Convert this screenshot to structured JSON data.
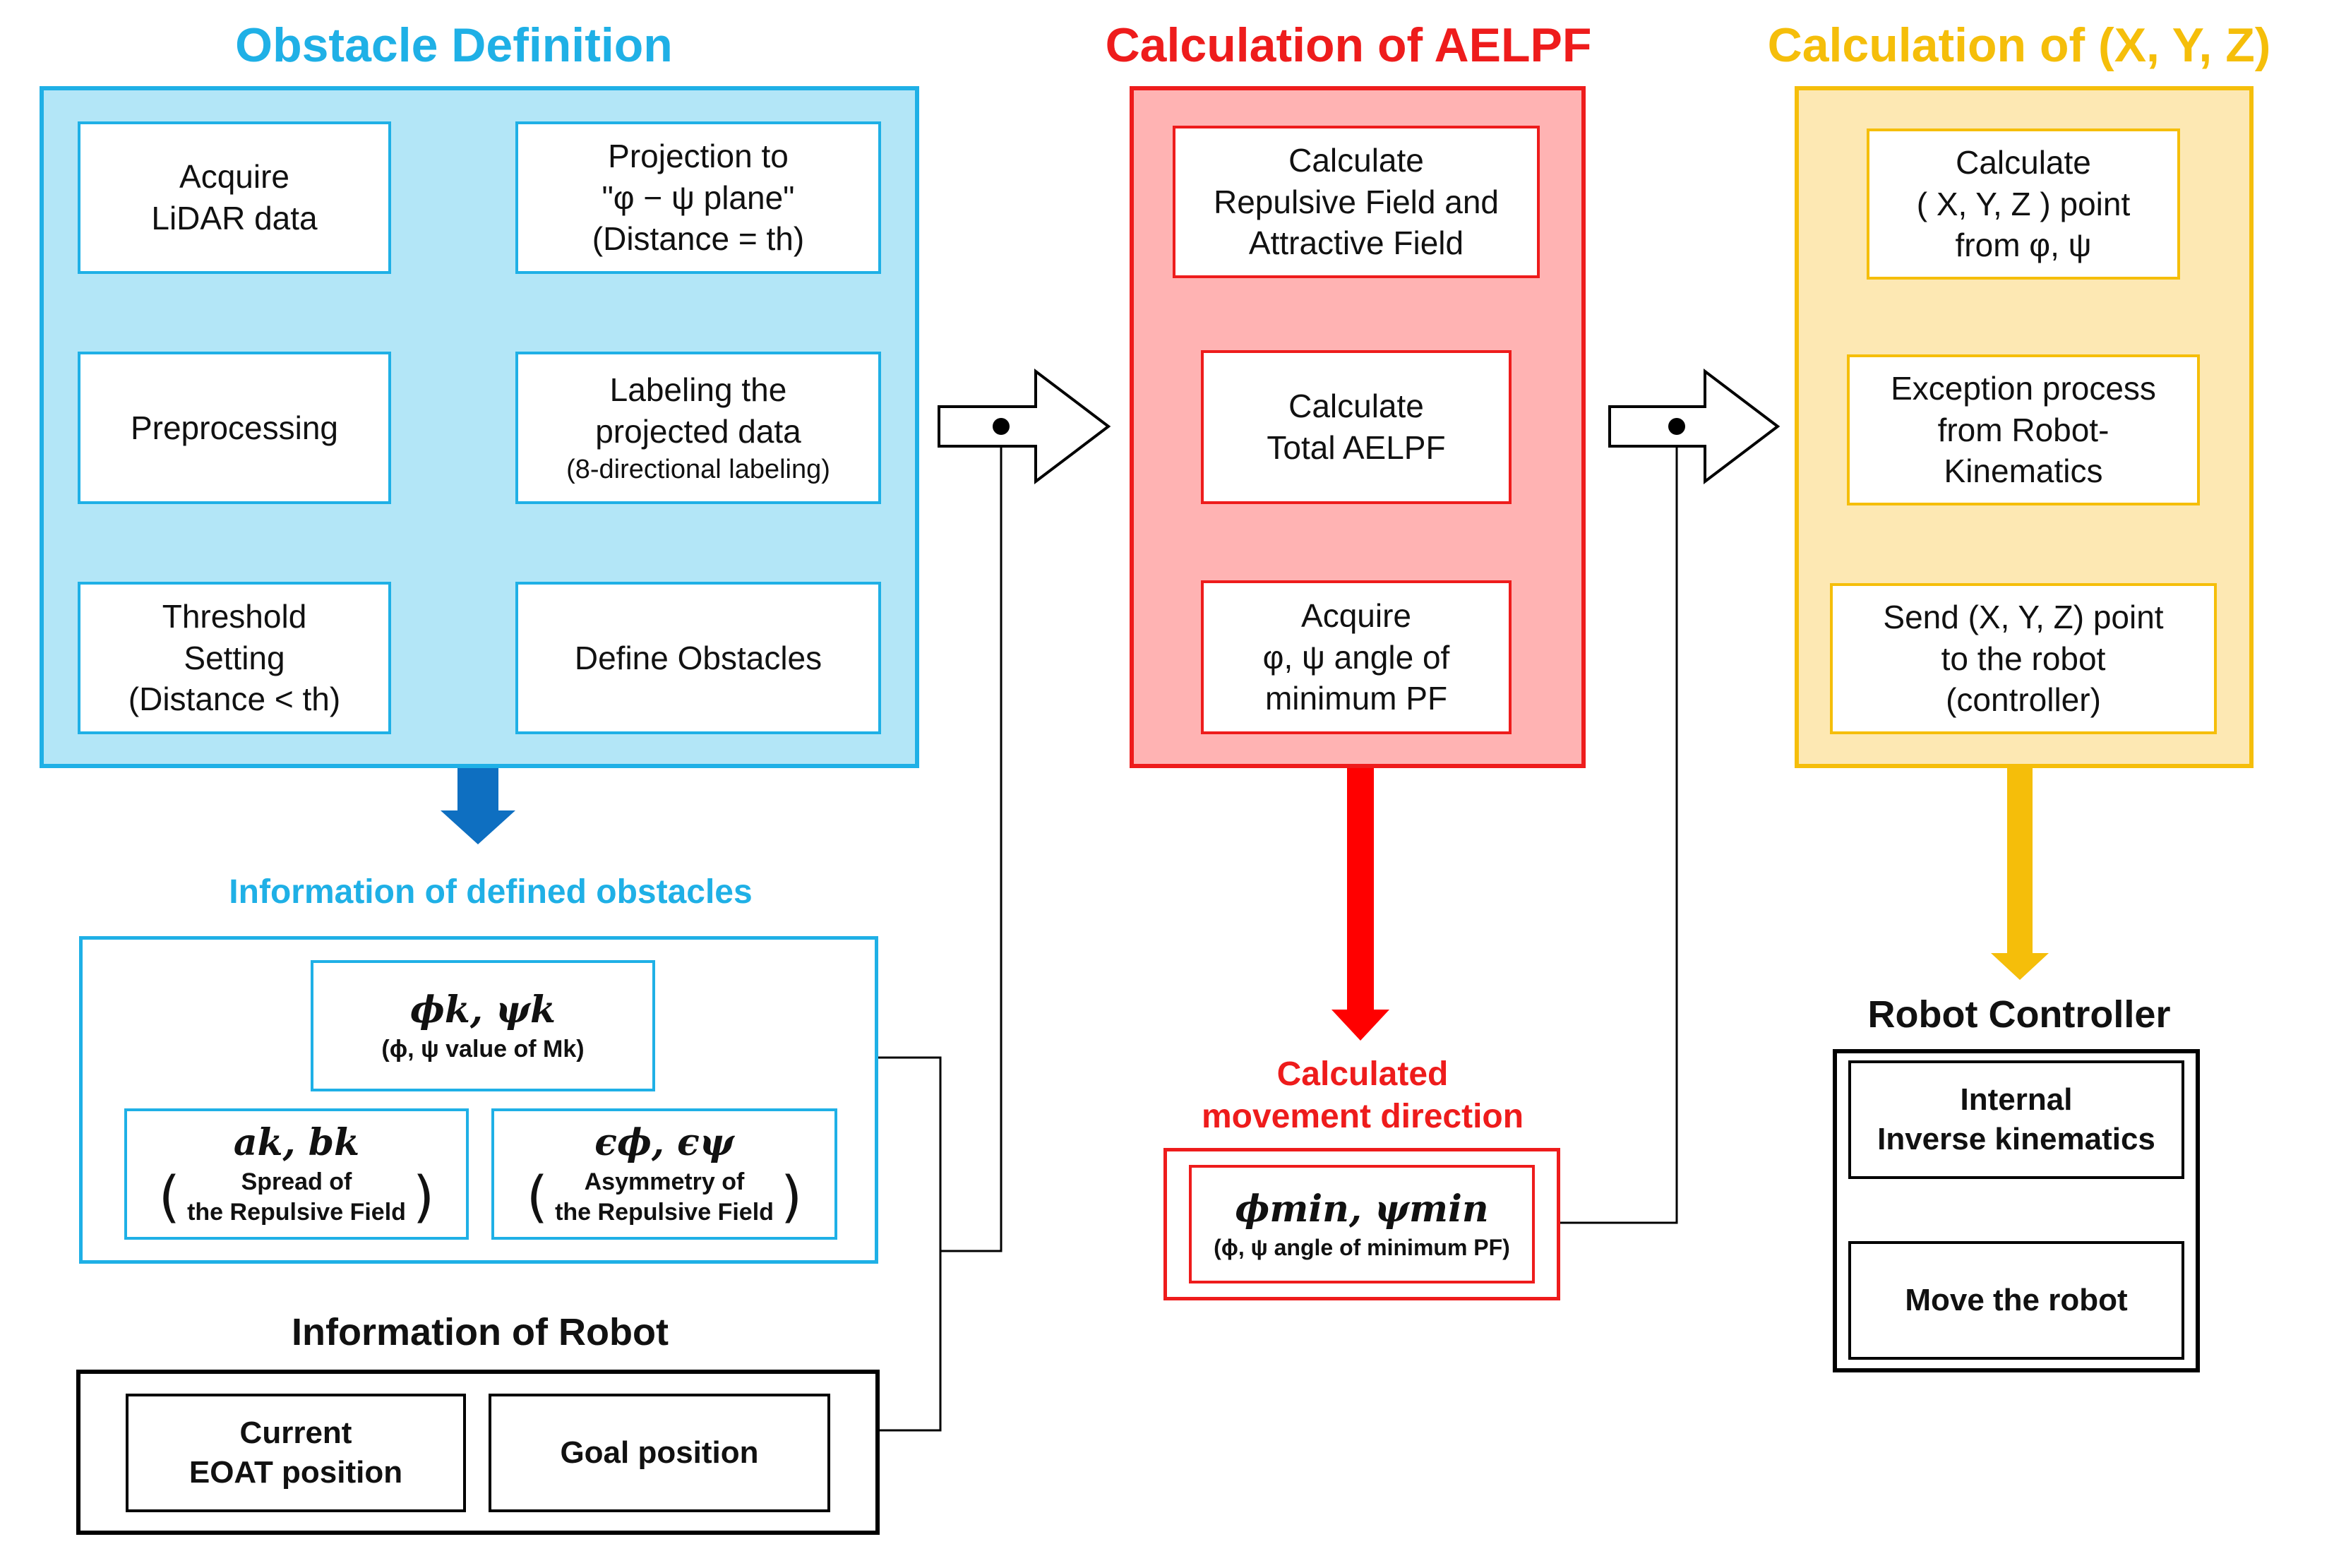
{
  "sections": {
    "obstacle": {
      "title": "Obstacle Definition",
      "color": "#1fb0e6",
      "steps": {
        "acquire": [
          "Acquire",
          "LiDAR data"
        ],
        "preprocessing": "Preprocessing",
        "threshold": [
          "Threshold",
          "Setting",
          "(Distance < th)"
        ],
        "projection": [
          "Projection to",
          "\"φ − ψ plane\"",
          "(Distance = th)"
        ],
        "labeling": [
          "Labeling the",
          "projected data",
          "(8-directional labeling)"
        ],
        "define": "Define Obstacles"
      }
    },
    "aelpf": {
      "title": "Calculation of AELPF",
      "color": "#ee1c1c",
      "steps": {
        "repulsive": [
          "Calculate",
          "Repulsive Field and",
          "Attractive Field"
        ],
        "total": [
          "Calculate",
          "Total AELPF"
        ],
        "acquire_angle": [
          "Acquire",
          "φ, ψ angle of",
          "minimum PF"
        ]
      }
    },
    "xyz": {
      "title": "Calculation of (X, Y, Z)",
      "color": "#f5be0a",
      "steps": {
        "calc_point": [
          "Calculate",
          "( X, Y, Z ) point",
          "from φ, ψ"
        ],
        "exception": [
          "Exception process",
          "from Robot-",
          "Kinematics"
        ],
        "send": [
          "Send (X, Y, Z) point",
          "to the robot",
          "(controller)"
        ]
      }
    }
  },
  "obstacle_info": {
    "title": "Information of defined obstacles",
    "phi_psi": {
      "symbol": "ϕk, ψk",
      "desc": "(ϕ, ψ value of Mk)"
    },
    "spread": {
      "symbol": "ak, bk",
      "line1": "Spread of",
      "line2": "the Repulsive Field"
    },
    "asym": {
      "symbol": "ϵϕ, ϵψ",
      "line1": "Asymmetry of",
      "line2": "the Repulsive Field"
    }
  },
  "robot_info": {
    "title": "Information of Robot",
    "current": [
      "Current",
      "EOAT position"
    ],
    "goal": "Goal position"
  },
  "movement": {
    "title": [
      "Calculated",
      "movement direction"
    ],
    "symbol": "ϕmin, ψmin",
    "desc": "(ϕ, ψ angle of minimum PF)"
  },
  "controller": {
    "title": "Robot Controller",
    "ik": [
      "Internal",
      "Inverse kinematics"
    ],
    "move": "Move the robot"
  },
  "icons": [
    "hollow-right-arrow",
    "down-arrow",
    "connector-dot"
  ]
}
